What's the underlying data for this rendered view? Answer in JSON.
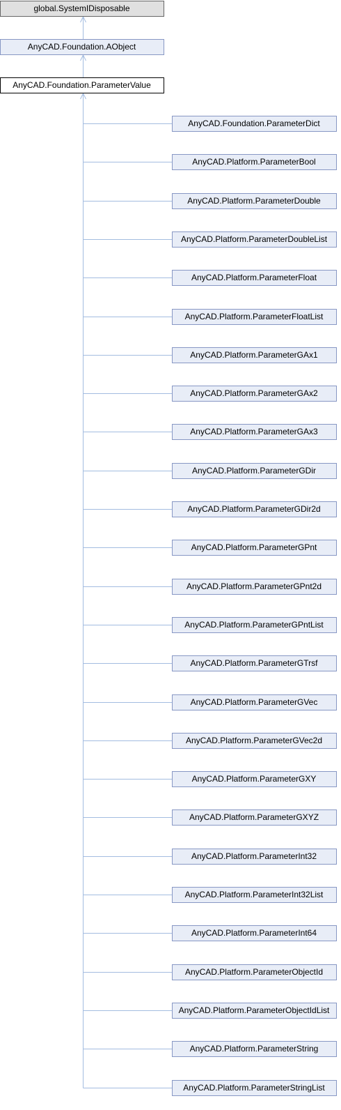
{
  "colors": {
    "node_fill": "#E8EDF7",
    "node_border": "#8797C4",
    "current_fill": "#FFFFFF",
    "current_border": "#000000",
    "top_fill": "#E0E0E0",
    "top_border": "#666666",
    "edge": "#A3BCE0"
  },
  "ancestors": [
    {
      "label": "global.SystemIDisposable",
      "style": "external"
    },
    {
      "label": "AnyCAD.Foundation.AObject",
      "style": "normal"
    }
  ],
  "current": {
    "label": "AnyCAD.Foundation.ParameterValue"
  },
  "children": [
    "AnyCAD.Foundation.ParameterDict",
    "AnyCAD.Platform.ParameterBool",
    "AnyCAD.Platform.ParameterDouble",
    "AnyCAD.Platform.ParameterDoubleList",
    "AnyCAD.Platform.ParameterFloat",
    "AnyCAD.Platform.ParameterFloatList",
    "AnyCAD.Platform.ParameterGAx1",
    "AnyCAD.Platform.ParameterGAx2",
    "AnyCAD.Platform.ParameterGAx3",
    "AnyCAD.Platform.ParameterGDir",
    "AnyCAD.Platform.ParameterGDir2d",
    "AnyCAD.Platform.ParameterGPnt",
    "AnyCAD.Platform.ParameterGPnt2d",
    "AnyCAD.Platform.ParameterGPntList",
    "AnyCAD.Platform.ParameterGTrsf",
    "AnyCAD.Platform.ParameterGVec",
    "AnyCAD.Platform.ParameterGVec2d",
    "AnyCAD.Platform.ParameterGXY",
    "AnyCAD.Platform.ParameterGXYZ",
    "AnyCAD.Platform.ParameterInt32",
    "AnyCAD.Platform.ParameterInt32List",
    "AnyCAD.Platform.ParameterInt64",
    "AnyCAD.Platform.ParameterObjectId",
    "AnyCAD.Platform.ParameterObjectIdList",
    "AnyCAD.Platform.ParameterString",
    "AnyCAD.Platform.ParameterStringList"
  ]
}
